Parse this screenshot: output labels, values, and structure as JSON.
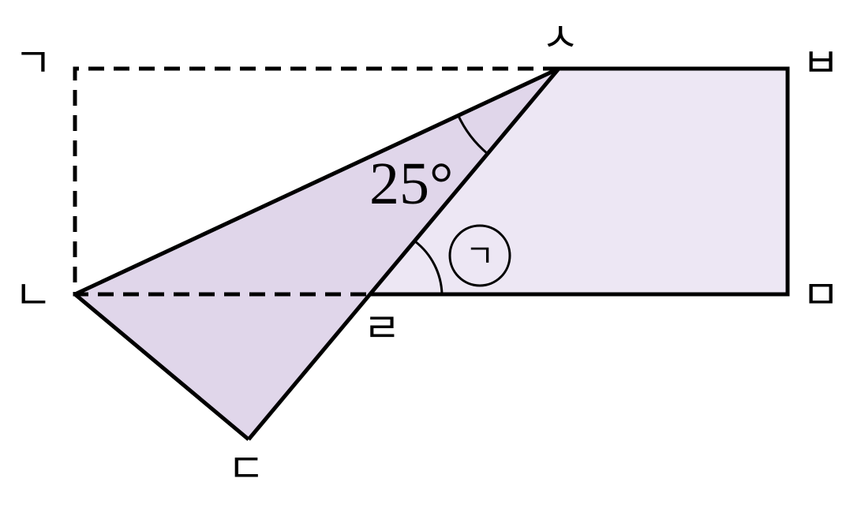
{
  "diagram": {
    "vertices": {
      "giyeok": "ㄱ",
      "nieun": "ㄴ",
      "digeut": "ㄷ",
      "rieul": "ㄹ",
      "mieum": "ㅁ",
      "bieup": "ㅂ",
      "siot": "ㅅ"
    },
    "angle_label": "25°",
    "unknown_angle_label": "ㄱ",
    "colors": {
      "folded_fill": "#e0d6ea",
      "rect_fill": "#ede7f4",
      "stroke": "#000000"
    }
  }
}
